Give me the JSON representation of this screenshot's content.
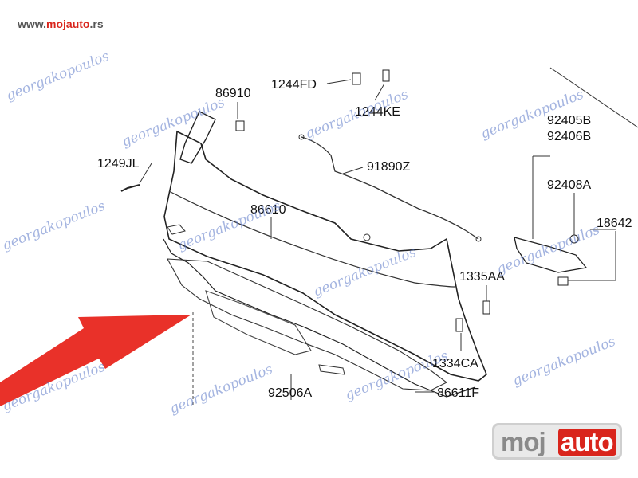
{
  "site": {
    "url_prefix": "www.",
    "url_brand": "mojauto",
    "url_suffix": ".rs"
  },
  "logo": {
    "part1": "moj",
    "part2": "auto"
  },
  "watermark_text": "georgakopoulos",
  "parts": {
    "p86910": "86910",
    "p1244FD": "1244FD",
    "p1244KE": "1244KE",
    "p1249JL": "1249JL",
    "p91890Z": "91890Z",
    "p86610": "86610",
    "p92405B": "92405B",
    "p92406B": "92406B",
    "p92408A": "92408A",
    "p18642": "18642",
    "p1335AA": "1335AA",
    "p1334CA": "1334CA",
    "p92506A": "92506A",
    "p86611F": "86611F"
  },
  "colors": {
    "brand_red": "#d9251c",
    "watermark_blue": "#5a78c8",
    "arrow_red": "#e8261e"
  }
}
